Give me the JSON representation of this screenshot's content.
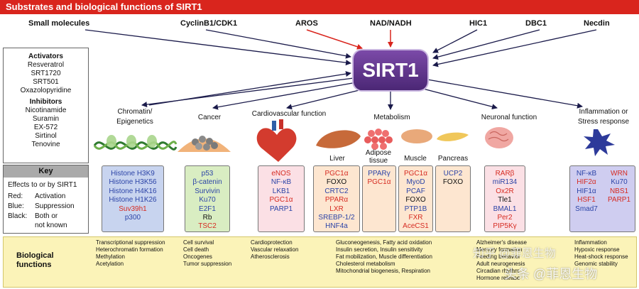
{
  "header": {
    "title": "Substrates and biological functions of SIRT1"
  },
  "inputs": {
    "small_molecules": "Small molecules",
    "cyclin": "CyclinB1/CDK1",
    "aros": "AROS",
    "nad": "NAD/NADH",
    "hic1": "HIC1",
    "dbc1": "DBC1",
    "necdin": "Necdin"
  },
  "center": {
    "label": "SIRT1"
  },
  "modulators": {
    "activators_title": "Activators",
    "activators": [
      "Resveratrol",
      "SRT1720",
      "SRT501",
      "Oxazolopyridine"
    ],
    "inhibitors_title": "Inhibitors",
    "inhibitors": [
      "Nicotinamide",
      "Suramin",
      "EX-572",
      "Sirtinol",
      "Tenovine"
    ]
  },
  "key": {
    "title": "Key",
    "subtitle": "Effects to or by SIRT1",
    "red_label": "Red:",
    "red_text": "Activation",
    "blue_label": "Blue:",
    "blue_text": "Suppression",
    "black_label": "Black:",
    "black_text1": "Both or",
    "black_text2": "not known"
  },
  "categories": {
    "chromatin": [
      "Chromatin/",
      "Epigenetics"
    ],
    "cancer": "Cancer",
    "cardio": "Cardiovascular function",
    "metabolism": "Metabolism",
    "neuronal": "Neuronal function",
    "inflammation": [
      "Inflammation or",
      "Stress response"
    ],
    "liver": "Liver",
    "adipose": [
      "Adipose",
      "tissue"
    ],
    "muscle": "Muscle",
    "pancreas": "Pancreas"
  },
  "targets": {
    "chromatin": [
      {
        "text": "Histone H3K9",
        "c": "blue"
      },
      {
        "text": "Histone H3K56",
        "c": "blue"
      },
      {
        "text": "Histone H4K16",
        "c": "blue"
      },
      {
        "text": "Histone H1K26",
        "c": "blue"
      },
      {
        "text": "Suv39h1",
        "c": "red"
      },
      {
        "text": "p300",
        "c": "blue"
      }
    ],
    "cancer": [
      {
        "text": "p53",
        "c": "blue"
      },
      {
        "text": "β-catenin",
        "c": "blue"
      },
      {
        "text": "Survivin",
        "c": "blue"
      },
      {
        "text": "Ku70",
        "c": "blue"
      },
      {
        "text": "E2F1",
        "c": "blue"
      },
      {
        "text": "Rb",
        "c": "blk"
      },
      {
        "text": "TSC2",
        "c": "red"
      }
    ],
    "cardio": [
      {
        "text": "eNOS",
        "c": "red"
      },
      {
        "text": "NF-κB",
        "c": "blue"
      },
      {
        "text": "LKB1",
        "c": "blue"
      },
      {
        "text": "PGC1α",
        "c": "red"
      },
      {
        "text": "PARP1",
        "c": "blue"
      }
    ],
    "liver": [
      {
        "text": "PGC1α",
        "c": "red"
      },
      {
        "text": "FOXO",
        "c": "blk"
      },
      {
        "text": "CRTC2",
        "c": "blue"
      },
      {
        "text": "PPARα",
        "c": "red"
      },
      {
        "text": "LXR",
        "c": "red"
      },
      {
        "text": "SREBP-1/2",
        "c": "blue"
      },
      {
        "text": "HNF4a",
        "c": "blue"
      }
    ],
    "adipose": [
      {
        "text": "PPARγ",
        "c": "blue"
      },
      {
        "text": "PGC1α",
        "c": "red"
      }
    ],
    "muscle": [
      {
        "text": "PGC1α",
        "c": "red"
      },
      {
        "text": "MyoD",
        "c": "blue"
      },
      {
        "text": "PCAF",
        "c": "blue"
      },
      {
        "text": "FOXO",
        "c": "blk"
      },
      {
        "text": "PTP1B",
        "c": "blue"
      },
      {
        "text": "FXR",
        "c": "red"
      },
      {
        "text": "AceCS1",
        "c": "red"
      }
    ],
    "pancreas": [
      {
        "text": "UCP2",
        "c": "blue"
      },
      {
        "text": "FOXO",
        "c": "blk"
      }
    ],
    "neuronal": [
      {
        "text": "RARβ",
        "c": "red"
      },
      {
        "text": "miR134",
        "c": "blue"
      },
      {
        "text": "Ox2R",
        "c": "red"
      },
      {
        "text": "Tle1",
        "c": "blk"
      },
      {
        "text": "BMAL1",
        "c": "blue"
      },
      {
        "text": "Per2",
        "c": "red"
      },
      {
        "text": "PIP5Kγ",
        "c": "red"
      }
    ],
    "inflammation_left": [
      {
        "text": "NF-κB",
        "c": "blue"
      },
      {
        "text": "HIF2α",
        "c": "red"
      },
      {
        "text": "HIF1α",
        "c": "blue"
      },
      {
        "text": "HSF1",
        "c": "red"
      },
      {
        "text": "Smad7",
        "c": "blue"
      }
    ],
    "inflammation_right": [
      {
        "text": "WRN",
        "c": "red"
      },
      {
        "text": "Ku70",
        "c": "blue"
      },
      {
        "text": "NBS1",
        "c": "red"
      },
      {
        "text": "PARP1",
        "c": "red"
      }
    ]
  },
  "functions": {
    "title": [
      "Biological",
      "functions"
    ],
    "chromatin": [
      "Transcriptional suppression",
      "Heterochromatin formation",
      "Methylation",
      "Acetylation"
    ],
    "cancer": [
      "Cell survival",
      "Cell death",
      "Oncogenes",
      "Tumor suppression"
    ],
    "cardio": [
      "Cardioprotection",
      "Vascular relaxation",
      "Atherosclerosis"
    ],
    "metabolism": [
      "Gluconeogenesis, Fatty acid oxidation",
      "Insulin secretion, Insulin sensitivity",
      "Fat mobilization, Muscle differentiation",
      "Cholesterol metabolism",
      "Mitochondrial biogenesis, Respiration"
    ],
    "neuronal": [
      "Alzheimer's disease",
      "Memory formation",
      "Feeding behavior",
      "Adult neurogenesis",
      "Circadian rhythm",
      "Hormone release"
    ],
    "inflammation": [
      "Inflammation",
      "Hypoxic response",
      "Heat-shock response",
      "Genomic stability"
    ]
  },
  "watermark": {
    "line1": "知乎 @菲恩生物",
    "line2": "头条 @菲恩生物"
  },
  "colors": {
    "title_bg": "#d9251d",
    "sirt1": "#5a2f88",
    "arrow_red": "#d9251d",
    "arrow_dark": "#1a1a4a",
    "bio_bg": "#fbf3b8"
  }
}
